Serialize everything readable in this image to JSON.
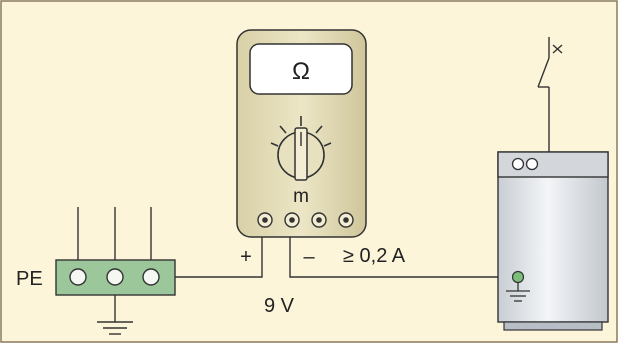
{
  "diagram": {
    "background_color": "#fdf5d9",
    "frame_color": "#8a7a5a",
    "wire_color": "#333333",
    "meter": {
      "display_text": "Ω",
      "range_label": "m",
      "body_color": "#e6dfba",
      "display_color": "#ffffff",
      "terminal_count": 4
    },
    "terminal_block": {
      "label": "PE",
      "color": "#9bc79a",
      "terminal_count": 3
    },
    "labels": {
      "plus": "+",
      "minus": "–",
      "current": "≥ 0,2 A",
      "voltage": "9 V"
    },
    "appliance": {
      "color": "#dfe2e6",
      "indicator_count": 2,
      "ground_point_color": "#7bbf7b"
    },
    "icons": [
      "ground-icon",
      "switch-icon",
      "knob-icon"
    ]
  }
}
